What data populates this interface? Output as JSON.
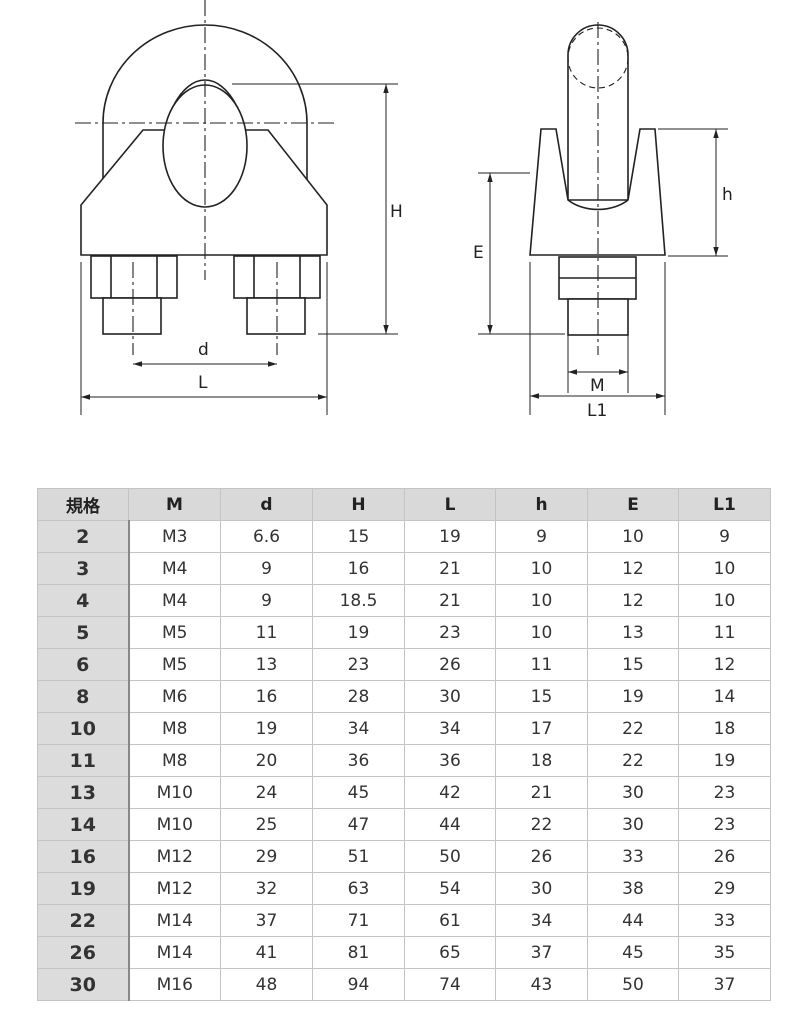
{
  "drawing": {
    "front_labels": {
      "H": "H",
      "d": "d",
      "L": "L"
    },
    "side_labels": {
      "h": "h",
      "E": "E",
      "M": "M",
      "L1": "L1"
    }
  },
  "table": {
    "headers": [
      "規格",
      "M",
      "d",
      "H",
      "L",
      "h",
      "E",
      "L1"
    ],
    "rows": [
      [
        "2",
        "M3",
        "6.6",
        "15",
        "19",
        "9",
        "10",
        "9"
      ],
      [
        "3",
        "M4",
        "9",
        "16",
        "21",
        "10",
        "12",
        "10"
      ],
      [
        "4",
        "M4",
        "9",
        "18.5",
        "21",
        "10",
        "12",
        "10"
      ],
      [
        "5",
        "M5",
        "11",
        "19",
        "23",
        "10",
        "13",
        "11"
      ],
      [
        "6",
        "M5",
        "13",
        "23",
        "26",
        "11",
        "15",
        "12"
      ],
      [
        "8",
        "M6",
        "16",
        "28",
        "30",
        "15",
        "19",
        "14"
      ],
      [
        "10",
        "M8",
        "19",
        "34",
        "34",
        "17",
        "22",
        "18"
      ],
      [
        "11",
        "M8",
        "20",
        "36",
        "36",
        "18",
        "22",
        "19"
      ],
      [
        "13",
        "M10",
        "24",
        "45",
        "42",
        "21",
        "30",
        "23"
      ],
      [
        "14",
        "M10",
        "25",
        "47",
        "44",
        "22",
        "30",
        "23"
      ],
      [
        "16",
        "M12",
        "29",
        "51",
        "50",
        "26",
        "33",
        "26"
      ],
      [
        "19",
        "M12",
        "32",
        "63",
        "54",
        "30",
        "38",
        "29"
      ],
      [
        "22",
        "M14",
        "37",
        "71",
        "61",
        "34",
        "44",
        "33"
      ],
      [
        "26",
        "M14",
        "41",
        "81",
        "65",
        "37",
        "45",
        "35"
      ],
      [
        "30",
        "M16",
        "48",
        "94",
        "74",
        "43",
        "50",
        "37"
      ]
    ]
  }
}
